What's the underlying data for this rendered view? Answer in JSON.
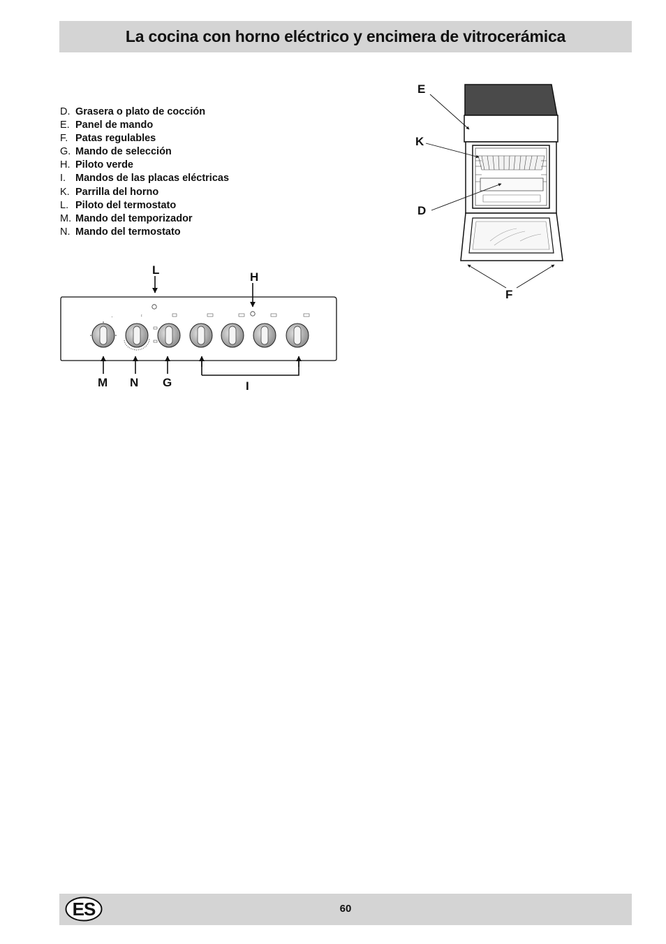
{
  "header": {
    "title": "La cocina con horno eléctrico y encimera de vitrocerámica"
  },
  "legend": [
    {
      "code": "D.",
      "text": "Grasera o plato de cocción"
    },
    {
      "code": "E.",
      "text": "Panel de mando"
    },
    {
      "code": "F.",
      "text": "Patas regulables"
    },
    {
      "code": "G.",
      "text": "Mando de selección"
    },
    {
      "code": "H.",
      "text": "Piloto verde"
    },
    {
      "code": "I.",
      "text": "Mandos de las placas eléctricas"
    },
    {
      "code": "K.",
      "text": "Parrilla del horno"
    },
    {
      "code": "L.",
      "text": "Piloto del termostato"
    },
    {
      "code": "M.",
      "text": "Mando del temporizador"
    },
    {
      "code": "N.",
      "text": "Mando del termostato"
    }
  ],
  "oven_figure": {
    "labels": {
      "e": "E",
      "k": "K",
      "d": "D",
      "f": "F"
    }
  },
  "panel_figure": {
    "labels": {
      "l": "L",
      "h": "H",
      "m": "M",
      "n": "N",
      "g": "G",
      "i": "I"
    },
    "knob_count": 7
  },
  "footer": {
    "language": "ES",
    "page_number": "60"
  },
  "colors": {
    "bar_background": "#d4d4d4",
    "text": "#111111"
  }
}
